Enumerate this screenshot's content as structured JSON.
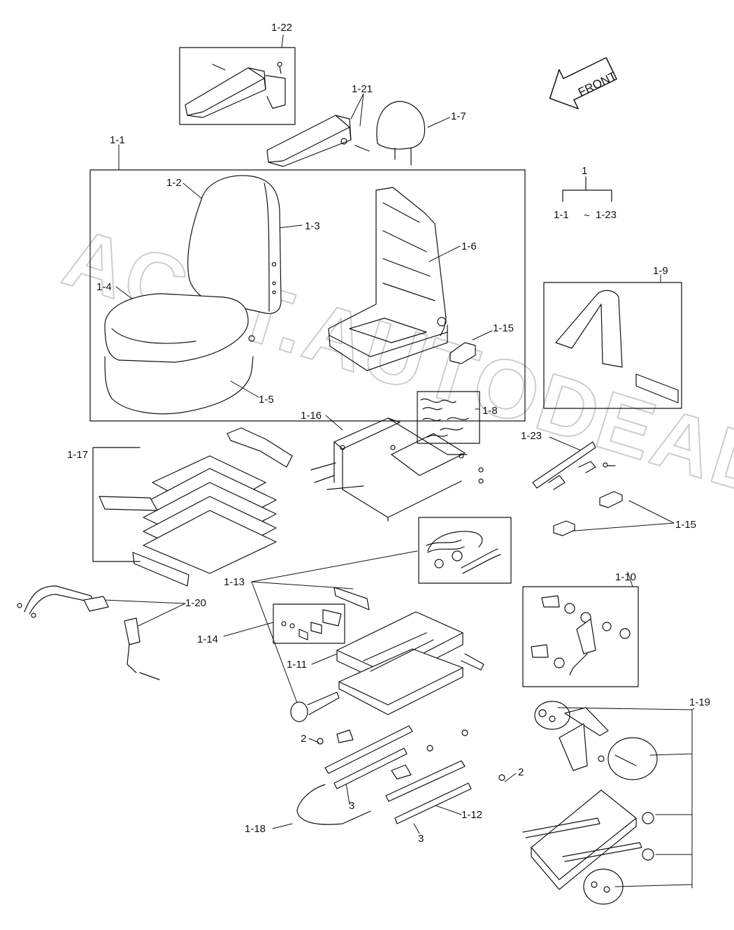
{
  "watermark": "ACAT.AUTODEALER.RU",
  "front_label": "FRONT",
  "tree": {
    "parent": "1",
    "from": "1-1",
    "tilde": "~",
    "to": "1-23"
  },
  "callouts": {
    "c1_22": "1-22",
    "c1_21": "1-21",
    "c1_7": "1-7",
    "c1_1": "1-1",
    "c1_2": "1-2",
    "c1_3": "1-3",
    "c1_4": "1-4",
    "c1_5": "1-5",
    "c1_6": "1-6",
    "c1_15a": "1-15",
    "c1_9": "1-9",
    "c1_16": "1-16",
    "c1_8": "1-8",
    "c1_17": "1-17",
    "c1_23": "1-23",
    "c1_15b": "1-15",
    "c1_10": "1-10",
    "c1_13": "1-13",
    "c1_20": "1-20",
    "c1_14": "1-14",
    "c1_11": "1-11",
    "c1_19": "1-19",
    "c2a": "2",
    "c2b": "2",
    "c3a": "3",
    "c3b": "3",
    "c1_12": "1-12",
    "c1_18": "1-18"
  }
}
